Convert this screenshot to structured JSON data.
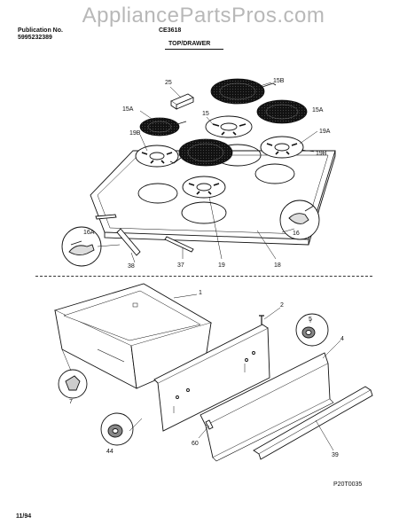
{
  "watermark": "AppliancePartsPros.com",
  "header": {
    "pub_label": "Publication No.",
    "pub_number": "5995232389",
    "model": "CE3618",
    "section": "TOP/DRAWER"
  },
  "callouts": {
    "c25": "25",
    "c15b": "15B",
    "c15a_left": "15A",
    "c15a_right": "15A",
    "c15": "15",
    "c19b_left": "19B",
    "c19a": "19A",
    "c19b_right": "19B",
    "c16a": "16A",
    "c16": "16",
    "c38": "38",
    "c37": "37",
    "c19": "19",
    "c18": "18",
    "c1": "1",
    "c2": "2",
    "c5": "5",
    "c4": "4",
    "c7": "7",
    "c44": "44",
    "c60": "60",
    "c39": "39"
  },
  "diagram_code": "P20T0035",
  "date": "11/94"
}
